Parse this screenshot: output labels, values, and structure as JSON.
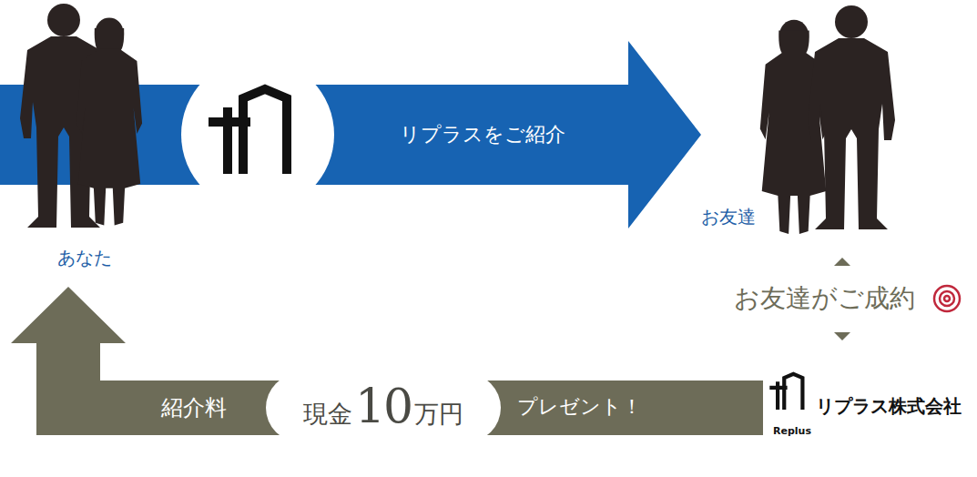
{
  "diagram": {
    "nodes": [
      {
        "text": [
          "あなた"
        ]
      },
      {
        "text": [
          "お友達"
        ]
      },
      {
        "text": [
          "現金",
          "10",
          "万円"
        ]
      }
    ],
    "edges": [
      {
        "from": 0,
        "to": 1,
        "label": "リプラスをご紹介",
        "arrow": "to"
      },
      {
        "from": 2,
        "to": 0,
        "label": "紹介料",
        "arrow": "to"
      }
    ],
    "labels": [
      "お友達がご成約",
      "プレゼント！",
      "リプラス株式会社",
      "Replus"
    ]
  }
}
